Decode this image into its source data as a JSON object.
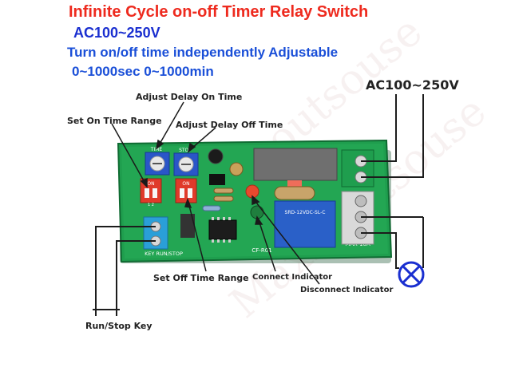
{
  "heading": {
    "title": "Infinite Cycle on-off Timer Relay Switch",
    "voltage": "AC100~250V",
    "subtitle": "Turn on/off time independently Adjustable",
    "ranges": "0~1000sec   0~1000min"
  },
  "watermark": "Maxmoutsouse",
  "labels": {
    "ac_input": "AC100~250V",
    "adjust_delay_on": "Adjust Delay On Time",
    "set_on_range": "Set On Time Range",
    "adjust_delay_off": "Adjust Delay Off Time",
    "set_off_range": "Set Off Time Range",
    "connect_indicator": "Connect Indicator",
    "disconnect_indicator": "Disconnect Indicator",
    "run_stop_key": "Run/Stop Key"
  },
  "board": {
    "color": "#1f9e4e",
    "pot_color": "#2a56c8",
    "dip_color": "#e03a2a",
    "terminal_color": "#2a9fd8",
    "relay_color": "#2a60c8",
    "pot_on_label": "TIME",
    "pot_off_label": "STOP",
    "dip_on_text": "ON",
    "dip_numbers": "1 2",
    "key_label": "KEY RUN/STOP",
    "relay_model": "SRD-12VDC-SL-C",
    "relay_rating": "MAX 10A",
    "model_tag": "CF-R01"
  }
}
